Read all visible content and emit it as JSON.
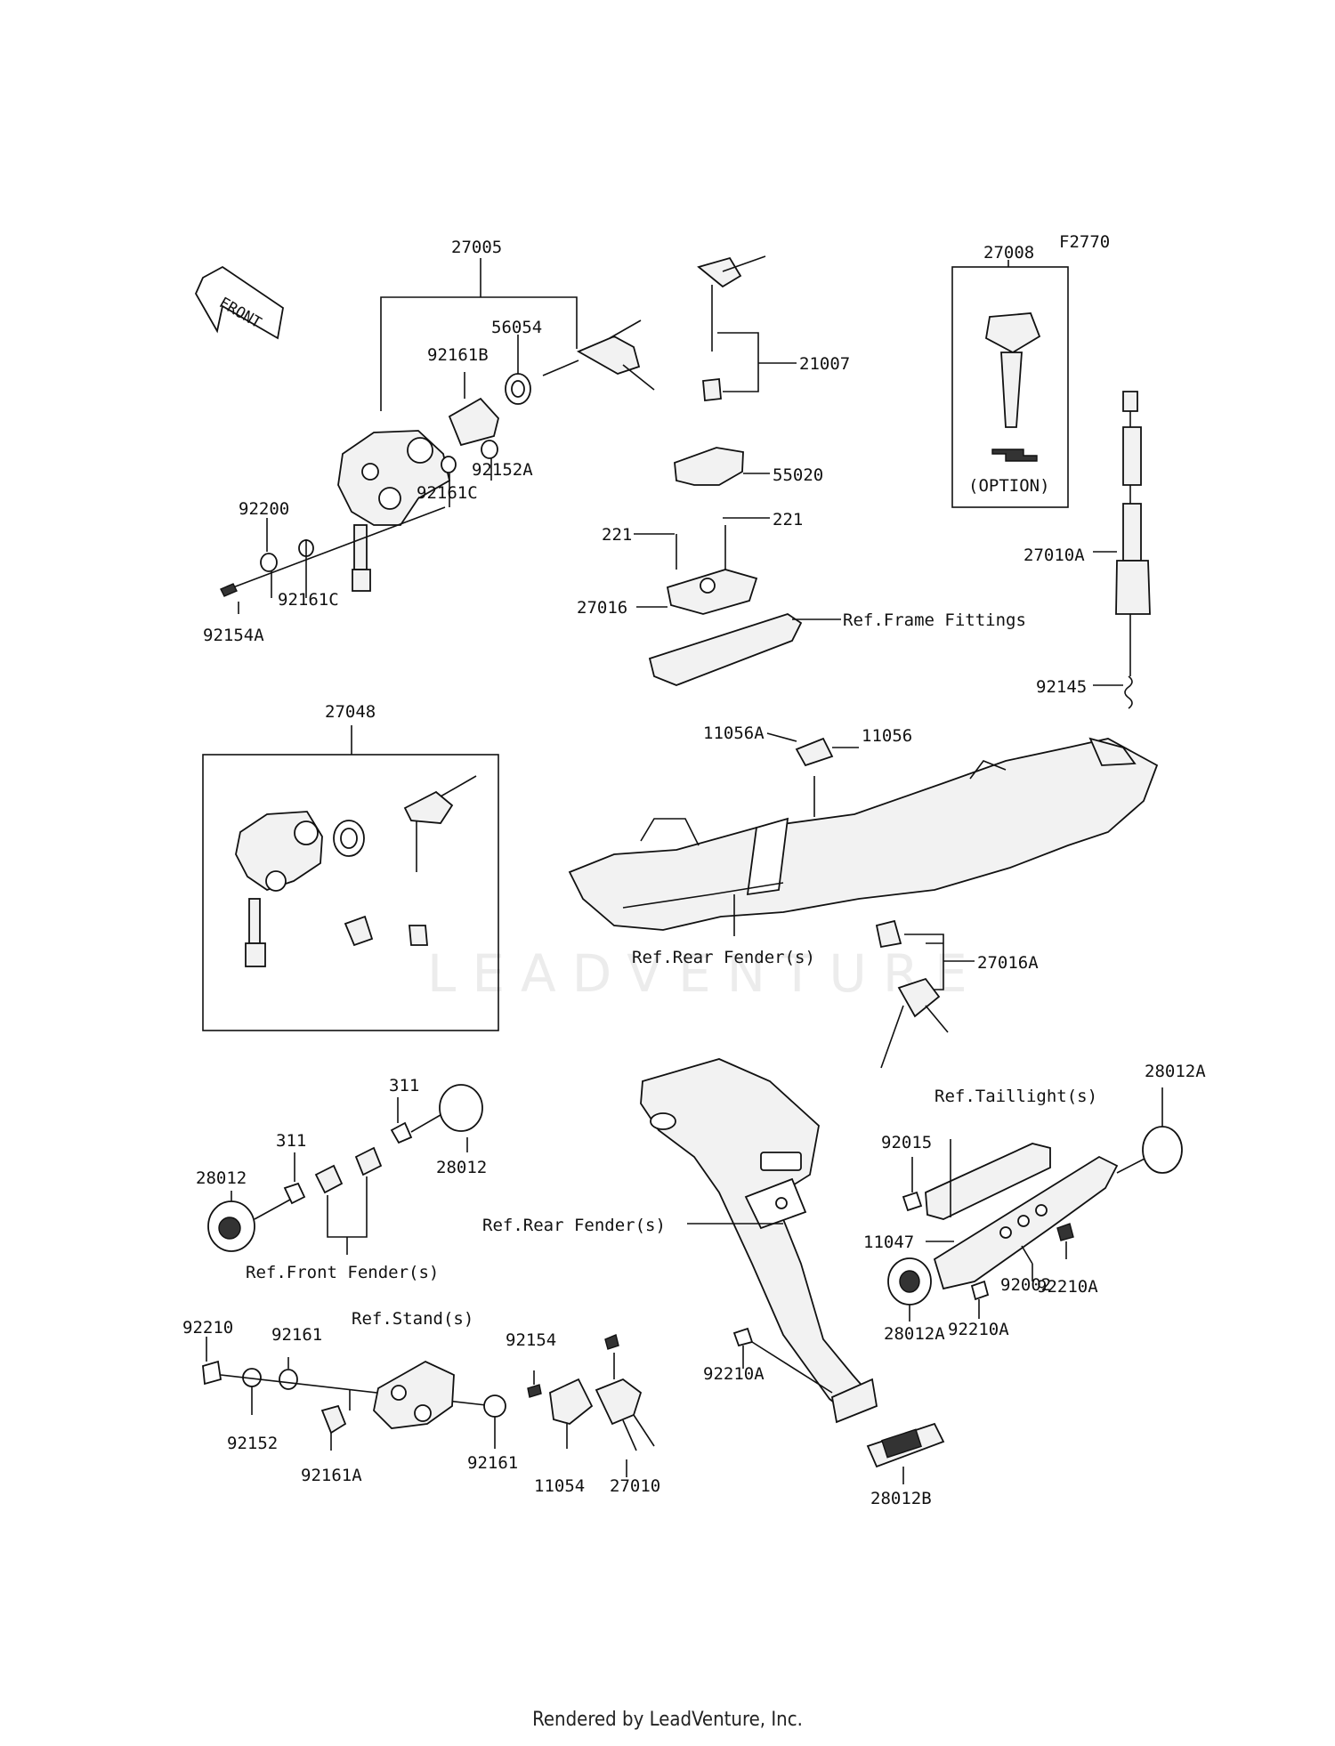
{
  "diagram_code": "F2770",
  "front_label": "FRONT",
  "option_label": "(OPTION)",
  "watermark": "LEADVENTURE",
  "footer": "Rendered by LeadVenture, Inc.",
  "labels": [
    {
      "id": "27005",
      "text": "27005"
    },
    {
      "id": "56054",
      "text": "56054"
    },
    {
      "id": "92161B",
      "text": "92161B"
    },
    {
      "id": "92152A",
      "text": "92152A"
    },
    {
      "id": "92161C-a",
      "text": "92161C"
    },
    {
      "id": "92200",
      "text": "92200"
    },
    {
      "id": "92161C-b",
      "text": "92161C"
    },
    {
      "id": "92154A",
      "text": "92154A"
    },
    {
      "id": "21007",
      "text": "21007"
    },
    {
      "id": "55020",
      "text": "55020"
    },
    {
      "id": "221-a",
      "text": "221"
    },
    {
      "id": "221-b",
      "text": "221"
    },
    {
      "id": "27016",
      "text": "27016"
    },
    {
      "id": "ref-frame-fittings",
      "text": "Ref.Frame Fittings"
    },
    {
      "id": "27008",
      "text": "27008"
    },
    {
      "id": "27010A",
      "text": "27010A"
    },
    {
      "id": "92145",
      "text": "92145"
    },
    {
      "id": "27048",
      "text": "27048"
    },
    {
      "id": "11056A",
      "text": "11056A"
    },
    {
      "id": "11056",
      "text": "11056"
    },
    {
      "id": "ref-rear-fender-1",
      "text": "Ref.Rear Fender(s)"
    },
    {
      "id": "27016A",
      "text": "27016A"
    },
    {
      "id": "311-a",
      "text": "311"
    },
    {
      "id": "311-b",
      "text": "311"
    },
    {
      "id": "28012-a",
      "text": "28012"
    },
    {
      "id": "28012-b",
      "text": "28012"
    },
    {
      "id": "ref-front-fender",
      "text": "Ref.Front Fender(s)"
    },
    {
      "id": "ref-rear-fender-2",
      "text": "Ref.Rear Fender(s)"
    },
    {
      "id": "ref-taillight",
      "text": "Ref.Taillight(s)"
    },
    {
      "id": "28012A-a",
      "text": "28012A"
    },
    {
      "id": "92015",
      "text": "92015"
    },
    {
      "id": "11047",
      "text": "11047"
    },
    {
      "id": "92002",
      "text": "92002"
    },
    {
      "id": "92210A-a",
      "text": "92210A"
    },
    {
      "id": "92210A-b",
      "text": "92210A"
    },
    {
      "id": "28012A-b",
      "text": "28012A"
    },
    {
      "id": "92210A-c",
      "text": "92210A"
    },
    {
      "id": "28012B",
      "text": "28012B"
    },
    {
      "id": "ref-stand",
      "text": "Ref.Stand(s)"
    },
    {
      "id": "92210",
      "text": "92210"
    },
    {
      "id": "92161-a",
      "text": "92161"
    },
    {
      "id": "92152",
      "text": "92152"
    },
    {
      "id": "92161A",
      "text": "92161A"
    },
    {
      "id": "92161-b",
      "text": "92161"
    },
    {
      "id": "92154",
      "text": "92154"
    },
    {
      "id": "11054",
      "text": "11054"
    },
    {
      "id": "27010",
      "text": "27010"
    }
  ]
}
